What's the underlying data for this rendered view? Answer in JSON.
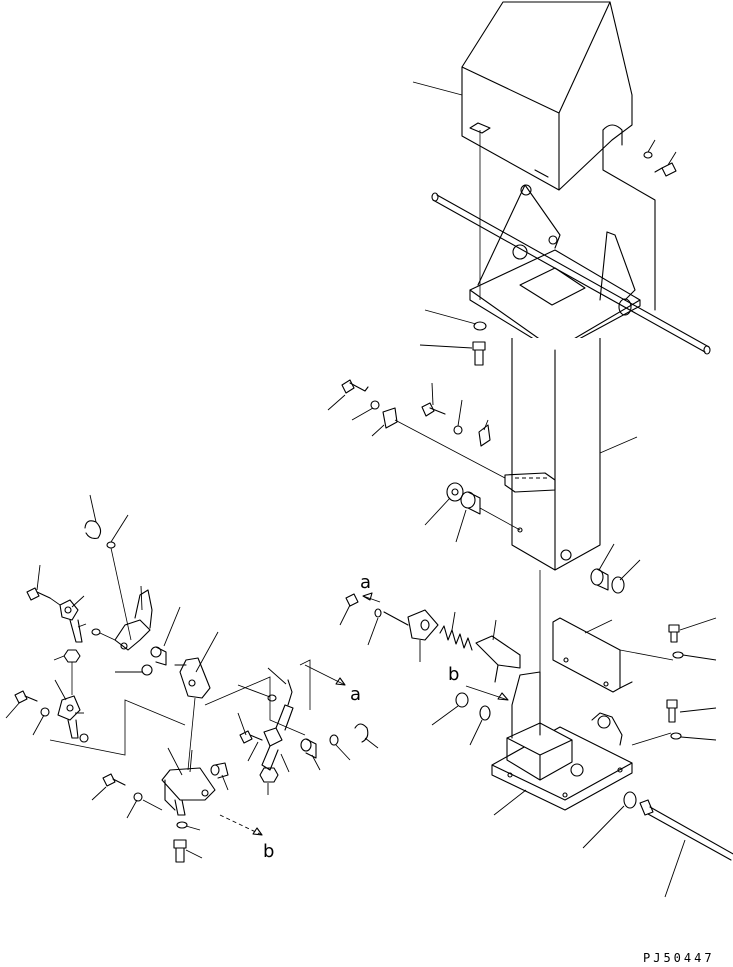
{
  "drawing_code": "PJ50447",
  "callouts": {
    "a": "a",
    "b": "b"
  }
}
